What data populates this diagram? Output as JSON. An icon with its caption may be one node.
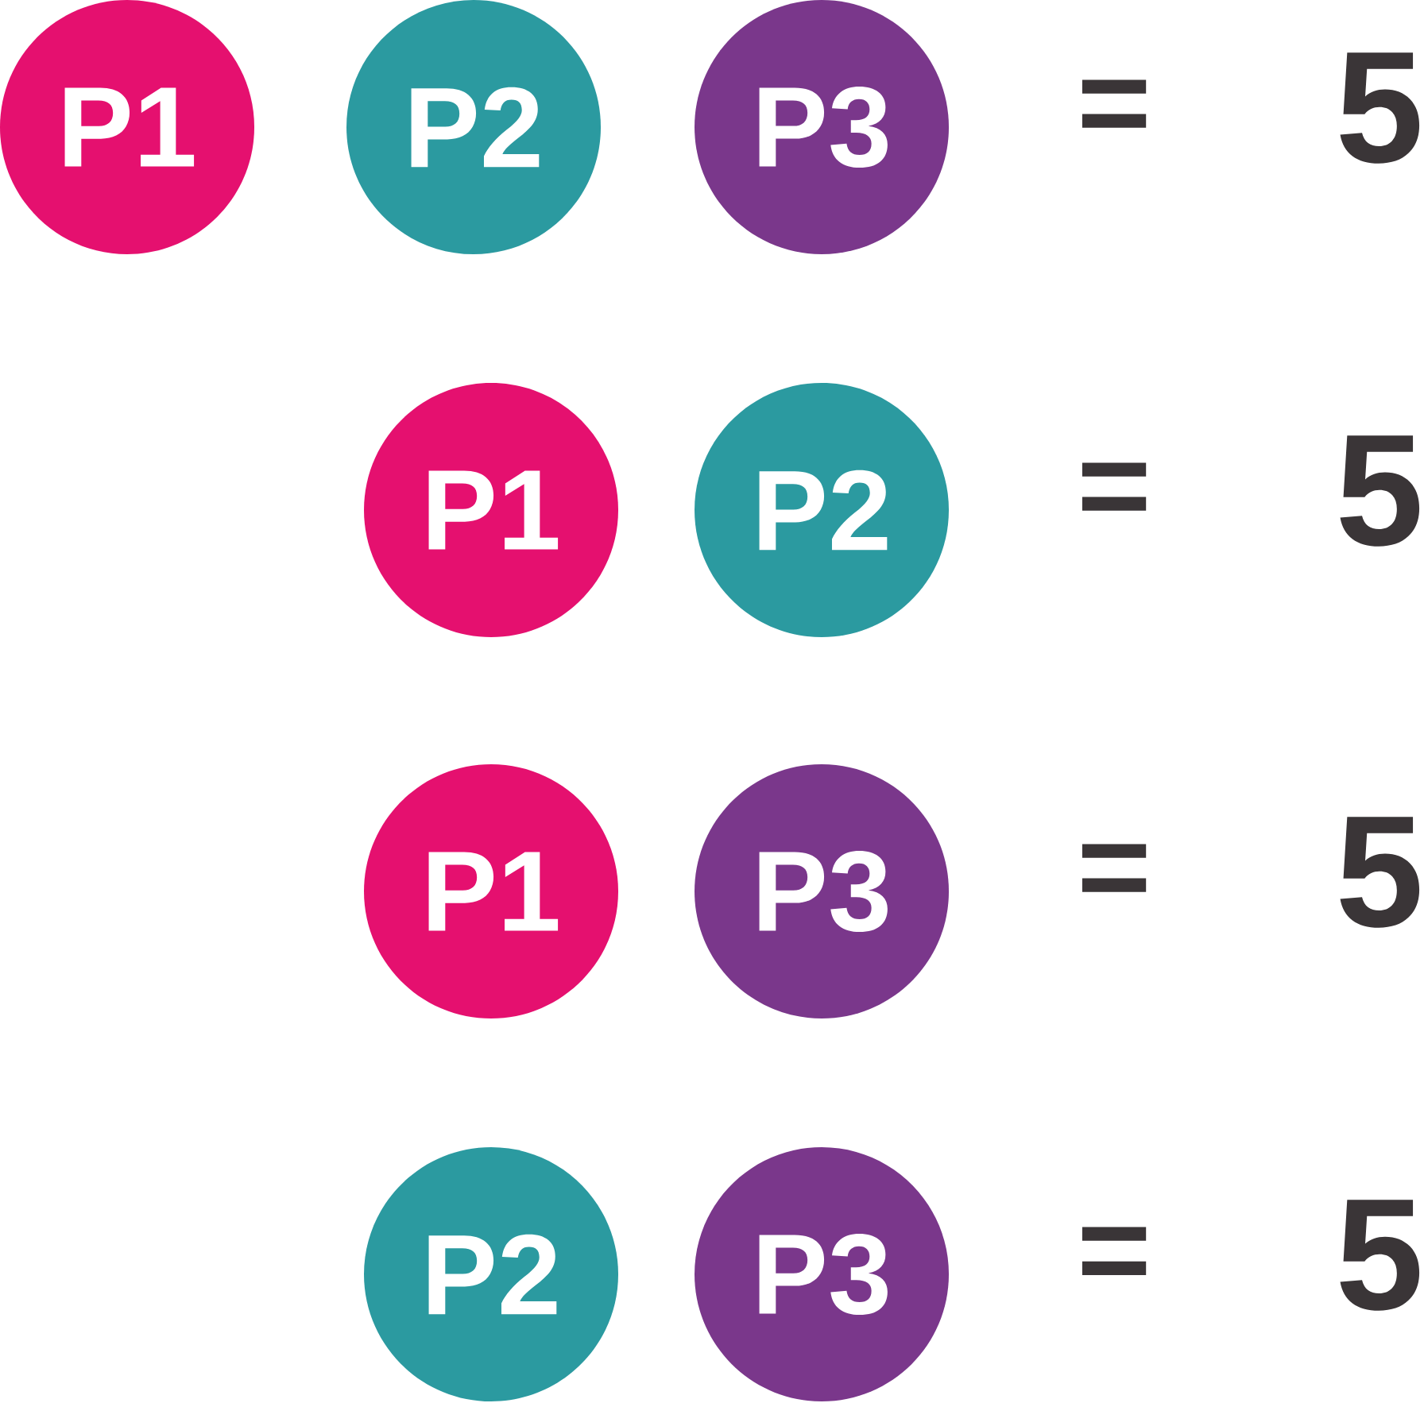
{
  "diagram": {
    "nodes": [
      {
        "text": [
          "P1"
        ]
      },
      {
        "text": [
          "P2"
        ]
      },
      {
        "text": [
          "P3"
        ]
      },
      {
        "text": [
          "P1"
        ]
      },
      {
        "text": [
          "P2"
        ]
      },
      {
        "text": [
          "P1"
        ]
      },
      {
        "text": [
          "P3"
        ]
      },
      {
        "text": [
          "P2"
        ]
      },
      {
        "text": [
          "P3"
        ]
      }
    ],
    "labels": [
      "=",
      "5",
      "=",
      "5",
      "=",
      "5",
      "=",
      "5"
    ]
  }
}
